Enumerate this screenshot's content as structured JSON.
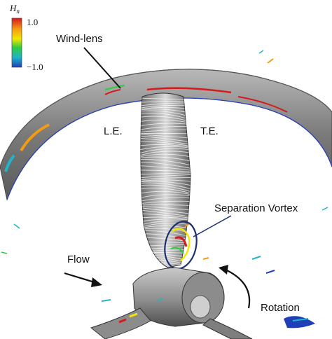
{
  "legend": {
    "symbol": "H",
    "subscript": "n",
    "max_label": "1.0",
    "min_label": "−1.0",
    "colors": [
      "#d7191c",
      "#f39c12",
      "#f5e600",
      "#2ecc40",
      "#1fb5c9",
      "#1f3fb8"
    ]
  },
  "labels": {
    "wind_lens": "Wind-lens",
    "leading_edge": "L.E.",
    "trailing_edge": "T.E.",
    "separation_vortex": "Separation Vortex",
    "flow": "Flow",
    "rotation": "Rotation"
  },
  "colors": {
    "surface_gray": "#8a8a8a",
    "vortex_ellipse": "#1a2f6e",
    "arrow": "#111111"
  }
}
